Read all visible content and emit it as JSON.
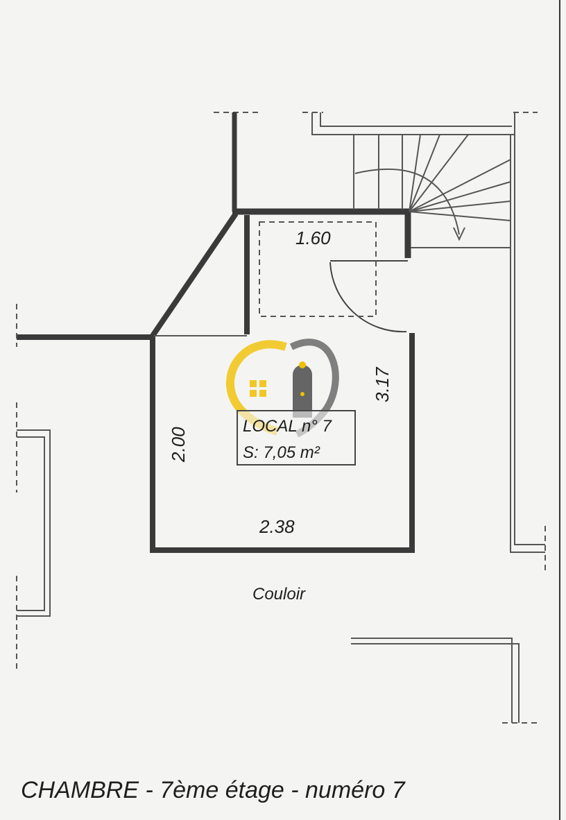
{
  "plan": {
    "title": "CHAMBRE - 7ème étage - numéro 7",
    "room": {
      "name": "LOCAL n° 7",
      "surface": "S: 7,05 m²"
    },
    "corridor_label": "Couloir",
    "dimensions": {
      "top": "1.60",
      "right": "3.17",
      "left": "2.00",
      "bottom": "2.38"
    },
    "colors": {
      "wall": "#3a3a3a",
      "line": "#4a4a4a",
      "logo_gold": "#f0c000",
      "logo_gray": "#555555"
    },
    "logo": "house-heart-logo"
  }
}
